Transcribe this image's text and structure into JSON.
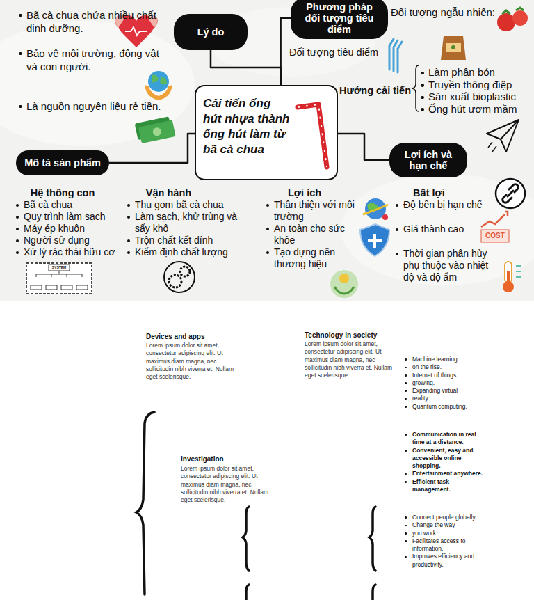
{
  "diagram": {
    "nodes": [
      {
        "text": [
          "Cải tiến ống hút nhựa thành ống hút làm từ bã cà chua"
        ]
      },
      {
        "text": [
          "Lý do"
        ]
      },
      {
        "text": [
          "Phương pháp đối tượng tiêu điểm"
        ]
      },
      {
        "text": [
          "Mô tả sản phẩm"
        ]
      },
      {
        "text": [
          "Lợi ích và hạn chế"
        ]
      }
    ],
    "edges": [
      {
        "from": 0,
        "to": 1,
        "arrow": "none"
      },
      {
        "from": 0,
        "to": 2,
        "arrow": "none"
      },
      {
        "from": 0,
        "to": 3,
        "arrow": "none"
      },
      {
        "from": 0,
        "to": 4,
        "arrow": "none"
      }
    ],
    "labels": [
      "Bã cà chua chứa nhiều chất dinh dưỡng.",
      "Bảo vệ môi trường, động vật và con người.",
      "Là nguồn nguyên liệu rẻ tiền.",
      "Đối tượng ngẫu nhiên:",
      "Đối tượng tiêu điểm",
      "Hướng cải tiến",
      "Làm phân bón",
      "Truyền thông điệp",
      "Sản xuất bioplastic",
      "Ống hút ươm mầm",
      "Hệ thống con",
      "Bã cà chua",
      "Quy trình làm sạch",
      "Máy ép khuôn",
      "Người sử dụng",
      "Xử lý rác thải hữu cơ",
      "Vận hành",
      "Thu gom bã cà chua",
      "Làm sạch, khử trùng và sấy khô",
      "Trộn chất kết dính",
      "Kiểm định chất lượng",
      "Lợi ích",
      "Thân thiện với môi trường",
      "An toàn cho sức khỏe",
      "Tạo dựng nên thương hiệu",
      "Bất lợi",
      "Độ bền bị hạn chế",
      "Giá thành cao",
      "Thời gian phân hủy phụ thuộc vào nhiệt độ và độ ẩm",
      "SYSTEM",
      "COST",
      "Devices and apps",
      "Lorem ipsum dolor sit amet, consectetur adipiscing elit. Ut maximus diam magna, nec sollicitudin nibh viverra et. Nullam eget scelerisque.",
      "Technology in society",
      "Lorem ipsum dolor sit amet, consectetur adipiscing elit. Ut maximus diam magna, nec sollicitudin nibh viverra et. Nullam eget scelerisque.",
      "Machine learning",
      "on the rise.",
      "Internet of things",
      "growing.",
      "Expanding virtual",
      "reality.",
      "Quantum computing.",
      "Communication in real time at a distance.",
      "Convenient, easy and accessible online shopping.",
      "Entertainment anywhere.",
      "Efficient task management.",
      "Investigation",
      "Lorem ipsum dolor sit amet, consectetur adipiscing elit. Ut maximus diam magna, nec sollicitudin nibh viverra et. Nullam eget scelerisque.",
      "Connect people globally.",
      "Change the way",
      "you work.",
      "Facilitates access to information.",
      "Improves efficiency and productivity."
    ]
  }
}
